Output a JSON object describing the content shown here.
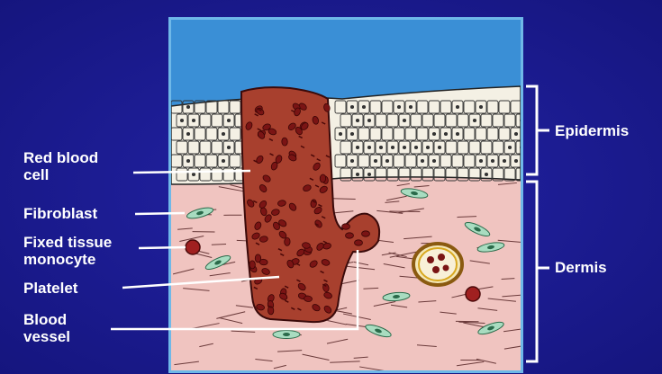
{
  "labels": {
    "red_blood_cell": "Red blood\ncell",
    "fibroblast": "Fibroblast",
    "fixed_tissue_monocyte": "Fixed tissue\nmonocyte",
    "platelet": "Platelet",
    "blood_vessel": "Blood\nvessel",
    "epidermis": "Epidermis",
    "dermis": "Dermis"
  },
  "colors": {
    "background": "#1a1a8c",
    "sky": "#3a8fd6",
    "frame": "#6fb8e8",
    "dermis": "#f0c4c0",
    "epidermis_cells": "#f4f0e4",
    "clot": "#a8402e",
    "rbc": "#7a1414",
    "fibroblast": "#a8dcc0",
    "vessel_wall": "#d8a820"
  }
}
